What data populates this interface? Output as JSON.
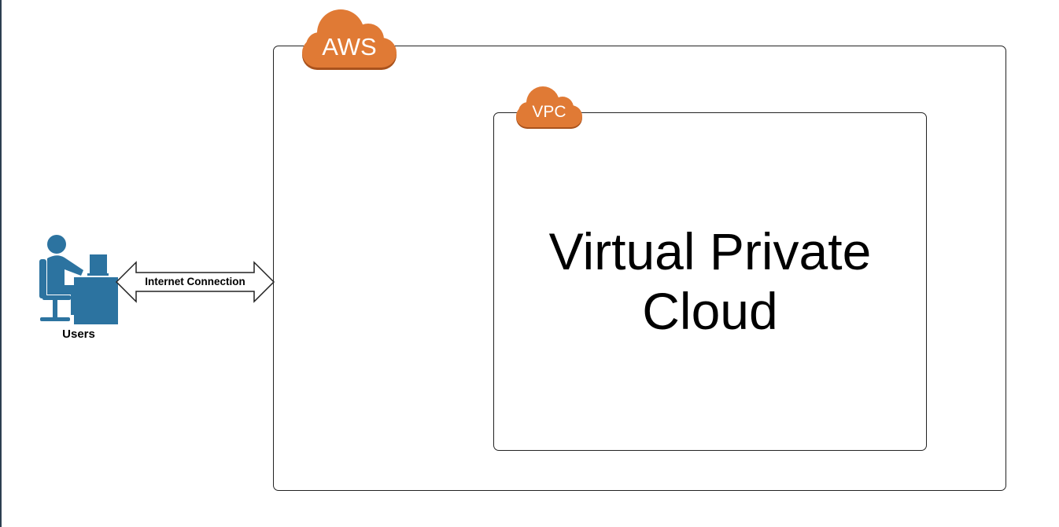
{
  "diagram": {
    "aws_label": "AWS",
    "vpc_label": "VPC",
    "vpc_title_line1": "Virtual Private",
    "vpc_title_line2": "Cloud",
    "users_label": "Users",
    "connection_label": "Internet Connection",
    "icons": {
      "user": "user-at-computer-icon",
      "aws": "aws-cloud-icon",
      "vpc": "vpc-cloud-icon",
      "connection": "double-arrow-icon"
    },
    "colors": {
      "cloud_orange": "#E07A35",
      "cloud_shadow": "#A9521C",
      "user_blue": "#2C73A0",
      "border": "#222222"
    }
  }
}
